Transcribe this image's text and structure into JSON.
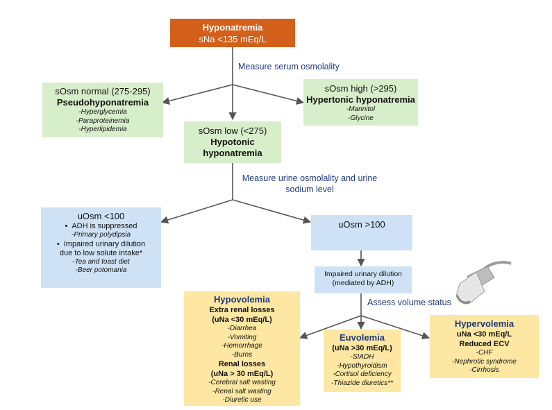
{
  "nodes": {
    "hyponatremia": {
      "title": "Hyponatremia",
      "subtitle": "sNa <135 mEq/L"
    },
    "pseudo": {
      "header": "sOsm normal (275-295)",
      "title": "Pseudohyponatremia",
      "items": [
        "-Hyperglycemia",
        "-Paraproteinemia",
        "-Hyperlipidemia"
      ]
    },
    "hypertonic": {
      "header": "sOsm high (>295)",
      "title": "Hypertonic hyponatremia",
      "items": [
        "-Mannitol",
        "-Glycine"
      ]
    },
    "hypotonic": {
      "header": "sOsm low (<275)",
      "title_line1": "Hypotonic",
      "title_line2": "hyponatremia"
    },
    "uosm_low": {
      "header": "uOsm <100",
      "bullet1": "ADH is suppressed",
      "bullet1_items": [
        "-Primary polydipsia"
      ],
      "bullet2_line1": "Impaired urinary dilution",
      "bullet2_line2": "due to low solute intake*",
      "bullet2_items": [
        "-Tea and toast diet",
        "-Beer potomania"
      ]
    },
    "uosm_high": {
      "header": "uOsm >100"
    },
    "impaired": {
      "line1": "Impaired urinary dilution",
      "line2": "(mediated by ADH)"
    },
    "hypovolemia": {
      "title": "Hypovolemia",
      "extra_title": "Extra renal losses",
      "extra_una": "(uNa <30 mEq/L)",
      "extra_items": [
        "-Diarrhea",
        "-Vomiting",
        "-Hemorrhage",
        "-Burns"
      ],
      "renal_title": "Renal losses",
      "renal_una": "(uNa > 30 mEq/L)",
      "renal_items": [
        "-Cerebral salt wasting",
        "-Renal salt wasting",
        "-Diuretic use"
      ]
    },
    "euvolemia": {
      "title": "Euvolemia",
      "una": "(uNa >30 mEq/L)",
      "items": [
        "-SIADH",
        "-Hypothyroidism",
        "-Cortisol deficiency",
        "-Thiazide diuretics**"
      ]
    },
    "hypervolemia": {
      "title": "Hypervolemia",
      "una": "uNa <30 mEq/L",
      "ecv": "Reduced ECV",
      "items": [
        "-CHF",
        "-Nephrotic syndrome",
        "-Cirrhosis"
      ]
    }
  },
  "edge_labels": {
    "measure_serum": "Measure serum osmolality",
    "measure_urine_line1": "Measure urine osmolality and urine",
    "measure_urine_line2": "sodium level",
    "assess_volume": "Assess volume status"
  },
  "icons": {
    "ultrasound": "ultrasound-probe-icon"
  },
  "colors": {
    "orange": "#d2601a",
    "green": "#d7eecb",
    "blue": "#cfe2f5",
    "yellow": "#fde7a2",
    "label_navy": "#1f3a7a",
    "arrow": "#555555"
  }
}
